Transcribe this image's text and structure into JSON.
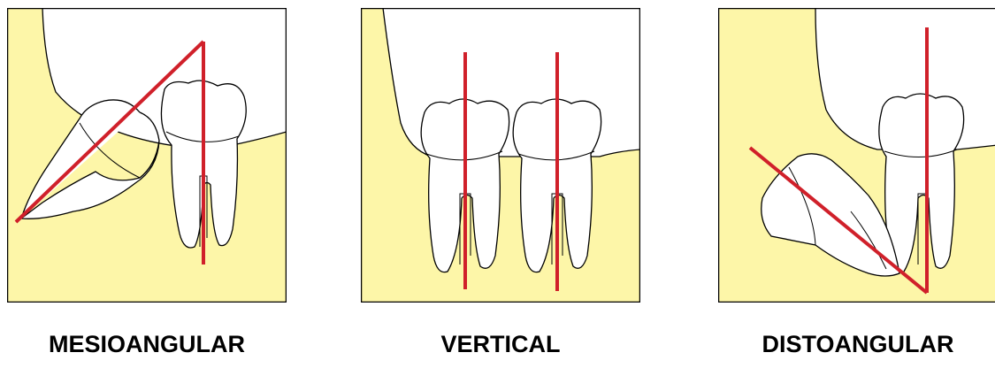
{
  "colors": {
    "bone": "#fdf6a8",
    "tooth_fill": "#ffffff",
    "outline": "#000000",
    "axis_line": "#d0202a"
  },
  "panels": [
    {
      "label": "MESIOANGULAR"
    },
    {
      "label": "VERTICAL"
    },
    {
      "label": "DISTOANGULAR"
    }
  ]
}
